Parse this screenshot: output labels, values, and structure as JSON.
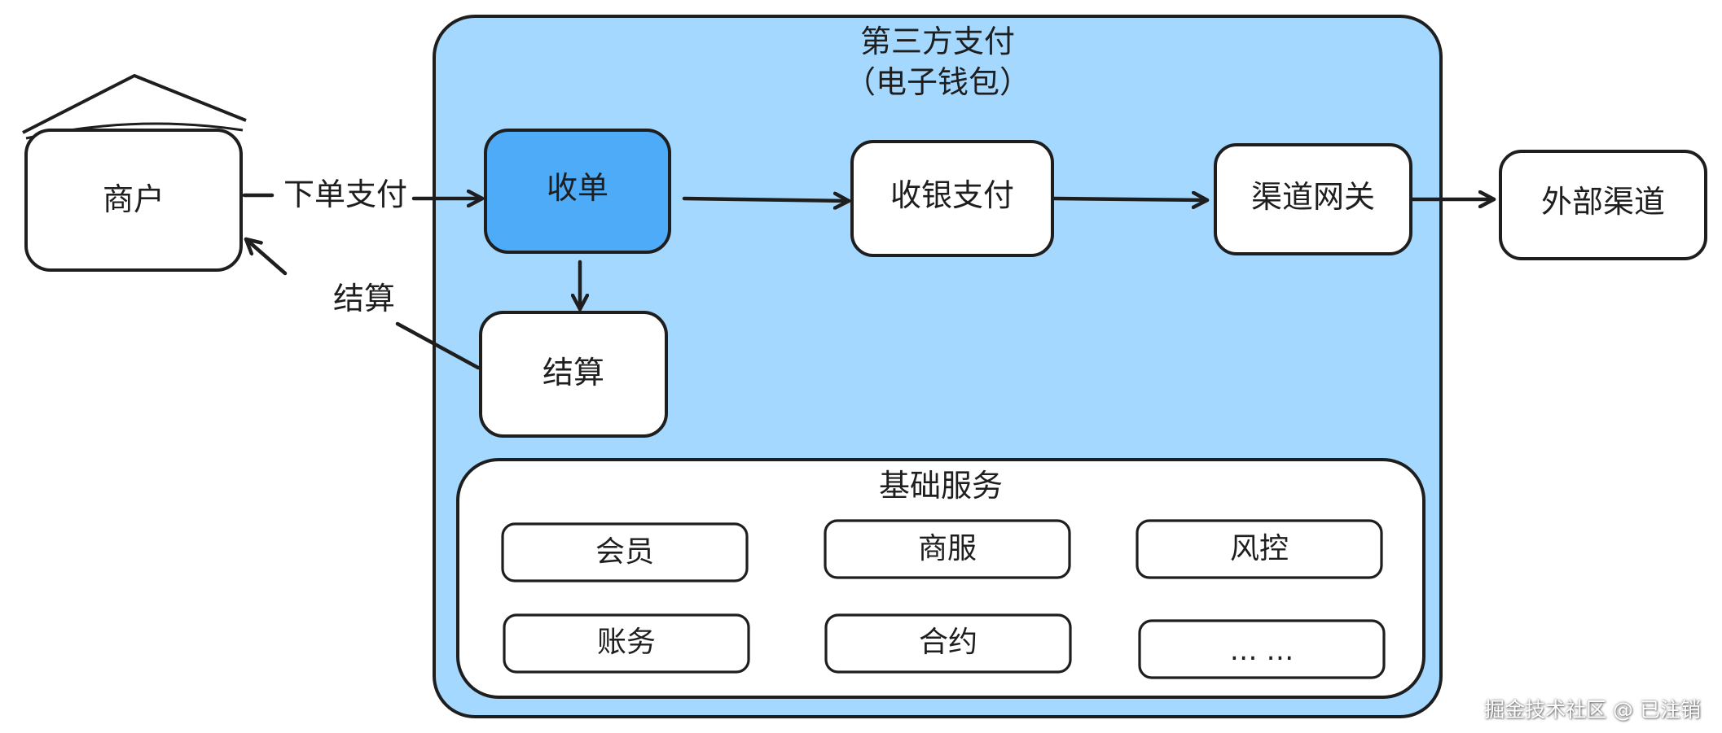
{
  "colors": {
    "panel_fill": "#a5d8ff",
    "highlight_fill": "#4dabf7",
    "node_fill": "#ffffff",
    "stroke": "#1e1e1e"
  },
  "merchant": {
    "label": "商户"
  },
  "edges": {
    "order_pay": "下单支付",
    "settle": "结算"
  },
  "panel": {
    "title_line1": "第三方支付",
    "title_line2": "（电子钱包）"
  },
  "nodes": {
    "acquiring": "收单",
    "cashier": "收银支付",
    "gateway": "渠道网关",
    "settlement": "结算",
    "external": "外部渠道"
  },
  "base": {
    "title": "基础服务",
    "items": [
      "会员",
      "商服",
      "风控",
      "账务",
      "合约",
      "… …"
    ]
  },
  "watermark": "掘金技术社区 @ 已注销"
}
